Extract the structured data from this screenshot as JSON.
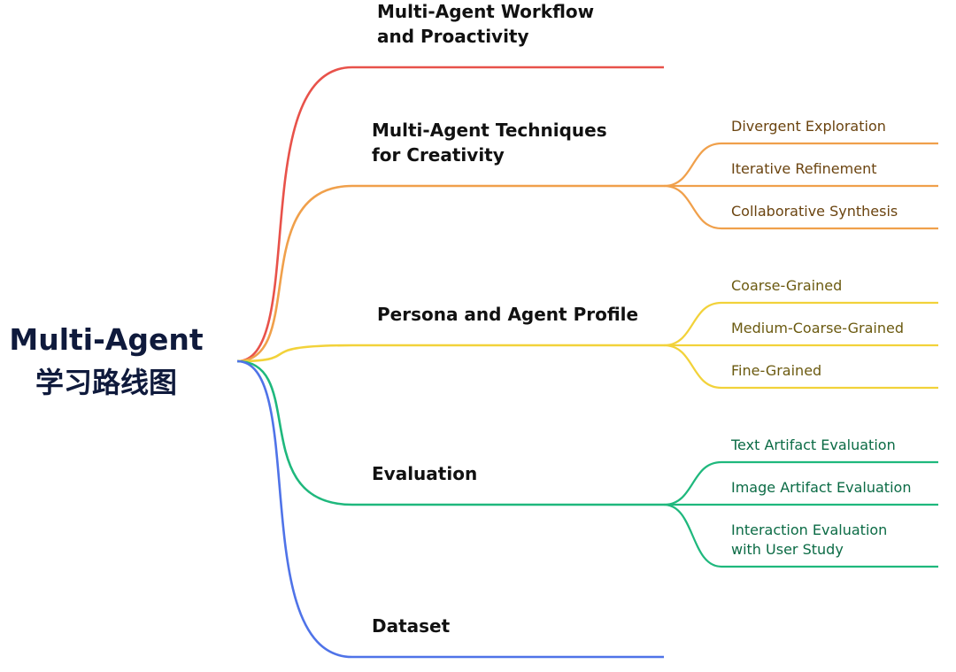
{
  "root": {
    "line1": "Multi-Agent",
    "line2": "学习路线图"
  },
  "branches": [
    {
      "label_lines": [
        "Multi-Agent Workflow",
        "and Proactivity"
      ],
      "color": "#e8524a",
      "leaves": []
    },
    {
      "label_lines": [
        "Multi-Agent Techniques",
        "for Creativity"
      ],
      "color": "#f0a04b",
      "text_color": "#6b4410",
      "leaves": [
        {
          "lines": [
            "Divergent Exploration"
          ]
        },
        {
          "lines": [
            "Iterative Refinement"
          ]
        },
        {
          "lines": [
            "Collaborative Synthesis"
          ]
        }
      ]
    },
    {
      "label_lines": [
        "Persona and Agent Profile"
      ],
      "color": "#f2d23a",
      "text_color": "#6b5a10",
      "leaves": [
        {
          "lines": [
            "Coarse-Grained"
          ]
        },
        {
          "lines": [
            "Medium-Coarse-Grained"
          ]
        },
        {
          "lines": [
            "Fine-Grained"
          ]
        }
      ]
    },
    {
      "label_lines": [
        "Evaluation"
      ],
      "color": "#1fb87d",
      "text_color": "#0b6b45",
      "leaves": [
        {
          "lines": [
            "Text Artifact Evaluation"
          ]
        },
        {
          "lines": [
            "Image Artifact Evaluation"
          ]
        },
        {
          "lines": [
            "Interaction Evaluation",
            "with User Study"
          ]
        }
      ]
    },
    {
      "label_lines": [
        "Dataset"
      ],
      "color": "#4f73e8",
      "leaves": []
    }
  ]
}
